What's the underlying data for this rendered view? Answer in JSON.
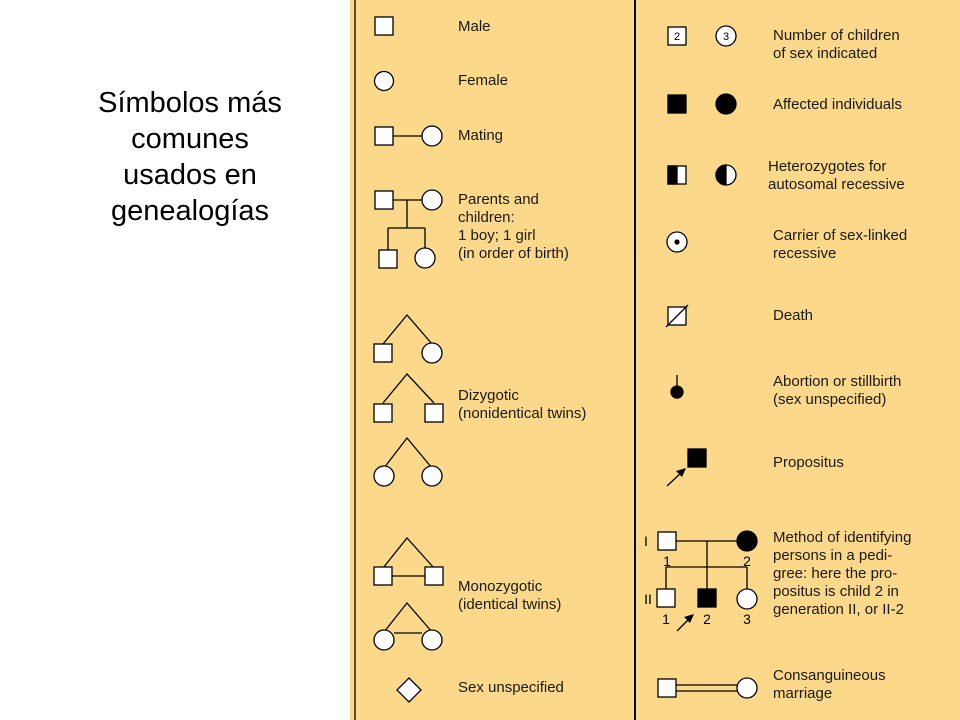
{
  "slide": {
    "title": "Símbolos más\ncomunes\nusados en\ngenealogías"
  },
  "legend_left": {
    "male": "Male",
    "female": "Female",
    "mating": "Mating",
    "parents_children": "Parents and\nchildren:\n1 boy; 1 girl\n(in order of birth)",
    "dizygotic": "Dizygotic\n(nonidentical twins)",
    "monozygotic": "Monozygotic\n(identical twins)",
    "sex_unspecified": "Sex unspecified"
  },
  "legend_right": {
    "number_children": "Number of children\nof sex indicated",
    "affected": "Affected individuals",
    "heterozygotes": "Heterozygotes for\nautosomal recessive",
    "carrier": "Carrier of sex-linked\nrecessive",
    "death": "Death",
    "abortion": "Abortion or stillbirth\n(sex unspecified)",
    "propositus": "Propositus",
    "method": "Method of identifying\npersons in a pedi-\ngree: here the pro-\npositus is child 2 in\ngeneration II, or II-2",
    "consanguineous": "Consanguineous\nmarriage"
  },
  "symbols": {
    "count_square": "2",
    "count_circle": "3",
    "generation_1": "I",
    "generation_2": "II",
    "gen1_left": "1",
    "gen1_right": "2",
    "gen2_child1": "1",
    "gen2_child2": "2",
    "gen2_child3": "3"
  },
  "colors": {
    "panel": "#fbd88a",
    "stroke": "#000000",
    "fill_shape": "#ffffff"
  }
}
